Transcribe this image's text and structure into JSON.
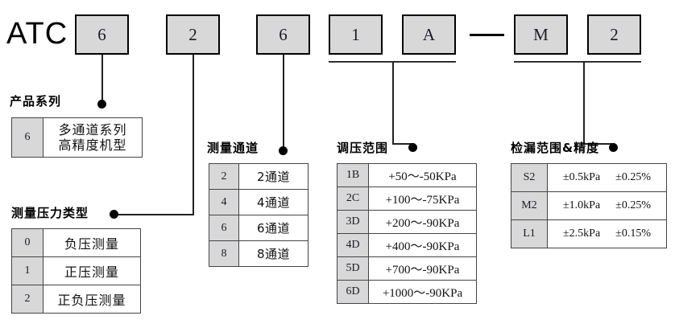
{
  "model_code": {
    "prefix": "ATC",
    "boxes": [
      {
        "value": "6"
      },
      {
        "value": "2"
      },
      {
        "value": "6"
      },
      {
        "value": "1"
      },
      {
        "value": "A"
      },
      {
        "value": "M"
      },
      {
        "value": "2"
      }
    ],
    "separator": "—"
  },
  "sections": [
    {
      "id": "product-series",
      "caption": "产品系列",
      "rows": [
        {
          "code": "6",
          "value": "多通道系列\n高精度机型"
        }
      ]
    },
    {
      "id": "pressure-type",
      "caption": "测量压力类型",
      "rows": [
        {
          "code": "0",
          "value": "负压测量"
        },
        {
          "code": "1",
          "value": "正压测量"
        },
        {
          "code": "2",
          "value": "正负压测量"
        }
      ]
    },
    {
      "id": "measure-channel",
      "caption": "测量通道",
      "rows": [
        {
          "code": "2",
          "value": "2通道"
        },
        {
          "code": "4",
          "value": "4通道"
        },
        {
          "code": "6",
          "value": "6通道"
        },
        {
          "code": "8",
          "value": "8通道"
        }
      ]
    },
    {
      "id": "pressure-range",
      "caption": "调压范围",
      "rows": [
        {
          "code": "1B",
          "value": "+50～-50KPa"
        },
        {
          "code": "2C",
          "value": "+100～-75KPa"
        },
        {
          "code": "3D",
          "value": "+200～-90KPa"
        },
        {
          "code": "4D",
          "value": "+400～-90KPa"
        },
        {
          "code": "5D",
          "value": "+700～-90KPa"
        },
        {
          "code": "6D",
          "value": "+1000～-90KPa"
        }
      ]
    },
    {
      "id": "leak-range-accuracy",
      "caption": "检漏范围&精度",
      "rows": [
        {
          "code": "S2",
          "range": "±0.5kPa",
          "accuracy": "±0.25%"
        },
        {
          "code": "M2",
          "range": "±1.0kPa",
          "accuracy": "±0.25%"
        },
        {
          "code": "L1",
          "range": "±2.5kPa",
          "accuracy": "±0.15%"
        }
      ]
    }
  ],
  "colors": {
    "box_fill": "#d8d8d8",
    "line": "#222222",
    "text": "#000000",
    "cell_background": "#ffffff"
  }
}
